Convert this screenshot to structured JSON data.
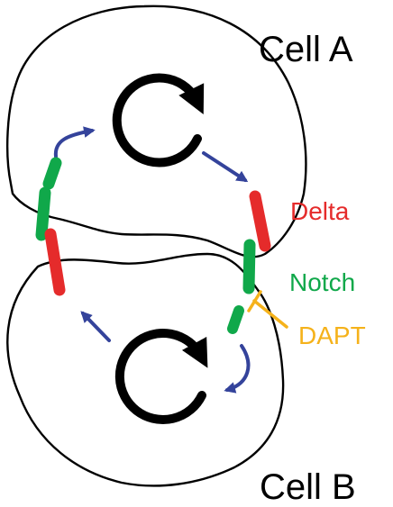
{
  "labels": {
    "cell_a": "Cell A",
    "cell_b": "Cell B",
    "delta": "Delta",
    "notch": "Notch",
    "dapt": "DAPT"
  },
  "colors": {
    "outline": "#000000",
    "delta": "#e52b2b",
    "notch": "#10a84a",
    "dapt": "#f5b21b",
    "arrow": "#34439b"
  },
  "icons": {
    "cycle": "circular-arrow-icon",
    "signal": "arrow-icon",
    "inhibition": "inhibition-bar-icon"
  }
}
